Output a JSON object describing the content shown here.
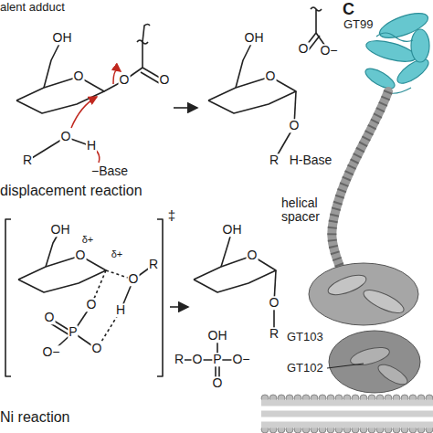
{
  "diagram": {
    "labels": [
      "alent adduct",
      "C",
      "GT99",
      "OH",
      "O",
      "O",
      "O",
      "O",
      "H",
      "R",
      "−Base",
      "OH",
      "O",
      "O",
      "R",
      "O",
      "O−",
      "H-Base",
      "displacement reaction",
      "OH",
      "δ+",
      "δ+",
      "O",
      "O",
      "R",
      "H",
      "O",
      "P",
      "O",
      "O",
      "O−",
      "‡",
      "OH",
      "O",
      "O",
      "R",
      "R",
      "O",
      "P",
      "OH",
      "O",
      "O−",
      "Ni reaction",
      "helical spacer",
      "GT103",
      "GT102"
    ]
  }
}
